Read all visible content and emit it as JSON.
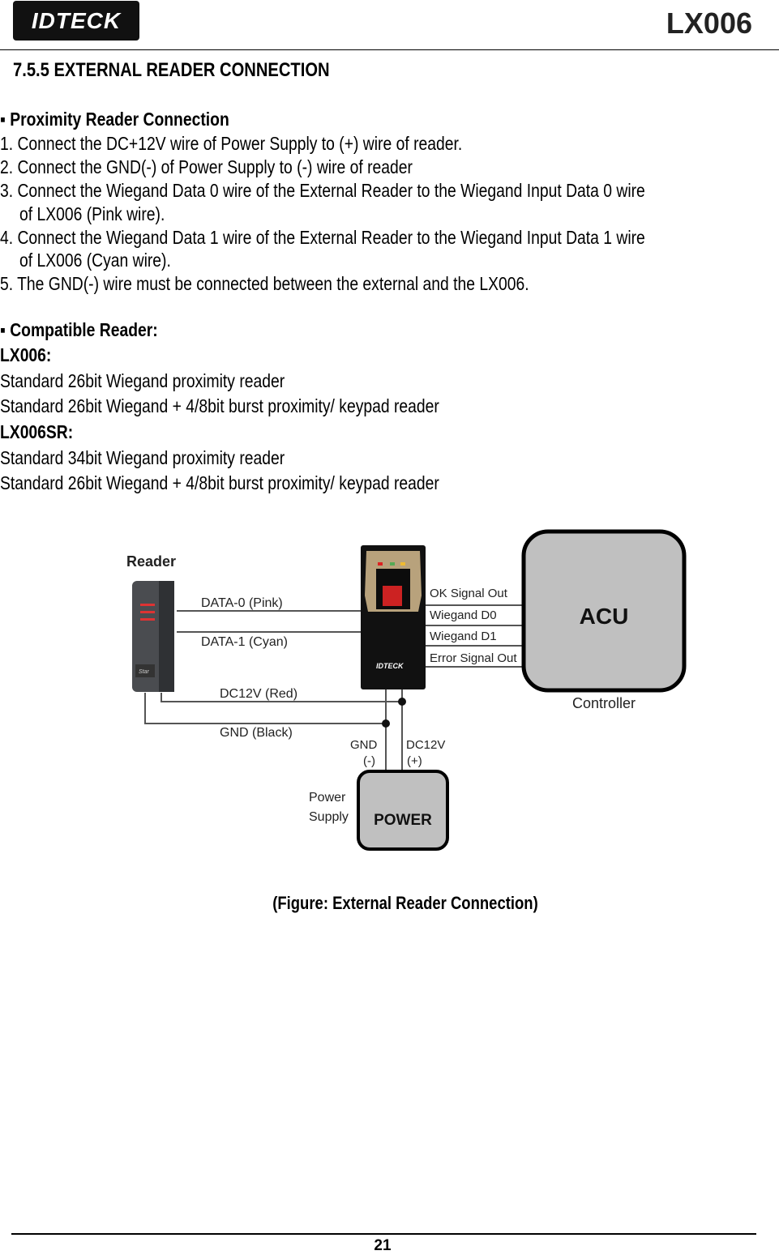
{
  "header": {
    "logo": "IDTECK",
    "model": "LX006"
  },
  "section_title": "7.5.5 EXTERNAL READER CONNECTION",
  "proximity": {
    "heading": "▪ Proximity Reader Connection",
    "steps": [
      "1. Connect the DC+12V wire of Power Supply to (+) wire of reader.",
      "2. Connect the GND(-) of Power Supply to (-) wire of reader",
      "3. Connect the Wiegand Data 0 wire of the External Reader to the Wiegand Input Data 0 wire",
      "of LX006 (Pink wire).",
      "4. Connect the Wiegand Data 1 wire of the External Reader to the Wiegand Input Data 1 wire",
      "of LX006 (Cyan wire).",
      "5. The GND(-) wire must be connected between the external and the LX006."
    ]
  },
  "compatible": {
    "heading": "▪ Compatible Reader:",
    "groups": [
      {
        "model": "LX006:",
        "items": [
          "Standard 26bit Wiegand proximity reader",
          "Standard 26bit Wiegand + 4/8bit burst proximity/ keypad reader"
        ]
      },
      {
        "model": "LX006SR:",
        "items": [
          "Standard 34bit Wiegand proximity reader",
          "Standard 26bit Wiegand + 4/8bit burst proximity/ keypad reader"
        ]
      }
    ]
  },
  "diagram": {
    "reader_label": "Reader",
    "reader_brand": "Star",
    "device_logo": "IDTECK",
    "data0": "DATA-0 (Pink)",
    "data1": "DATA-1 (Cyan)",
    "dc12v_red": "DC12V (Red)",
    "gnd_black": "GND (Black)",
    "outputs": [
      "OK Signal Out",
      "Wiegand D0",
      "Wiegand D1",
      "Error Signal Out"
    ],
    "acu": "ACU",
    "controller": "Controller",
    "gnd": "GND",
    "gnd_sign": "(-)",
    "dc12v": "DC12V",
    "dc12v_sign": "(+)",
    "power_supply_1": "Power",
    "power_supply_2": "Supply",
    "power": "POWER"
  },
  "caption": "(Figure: External Reader Connection)",
  "page_number": "21"
}
